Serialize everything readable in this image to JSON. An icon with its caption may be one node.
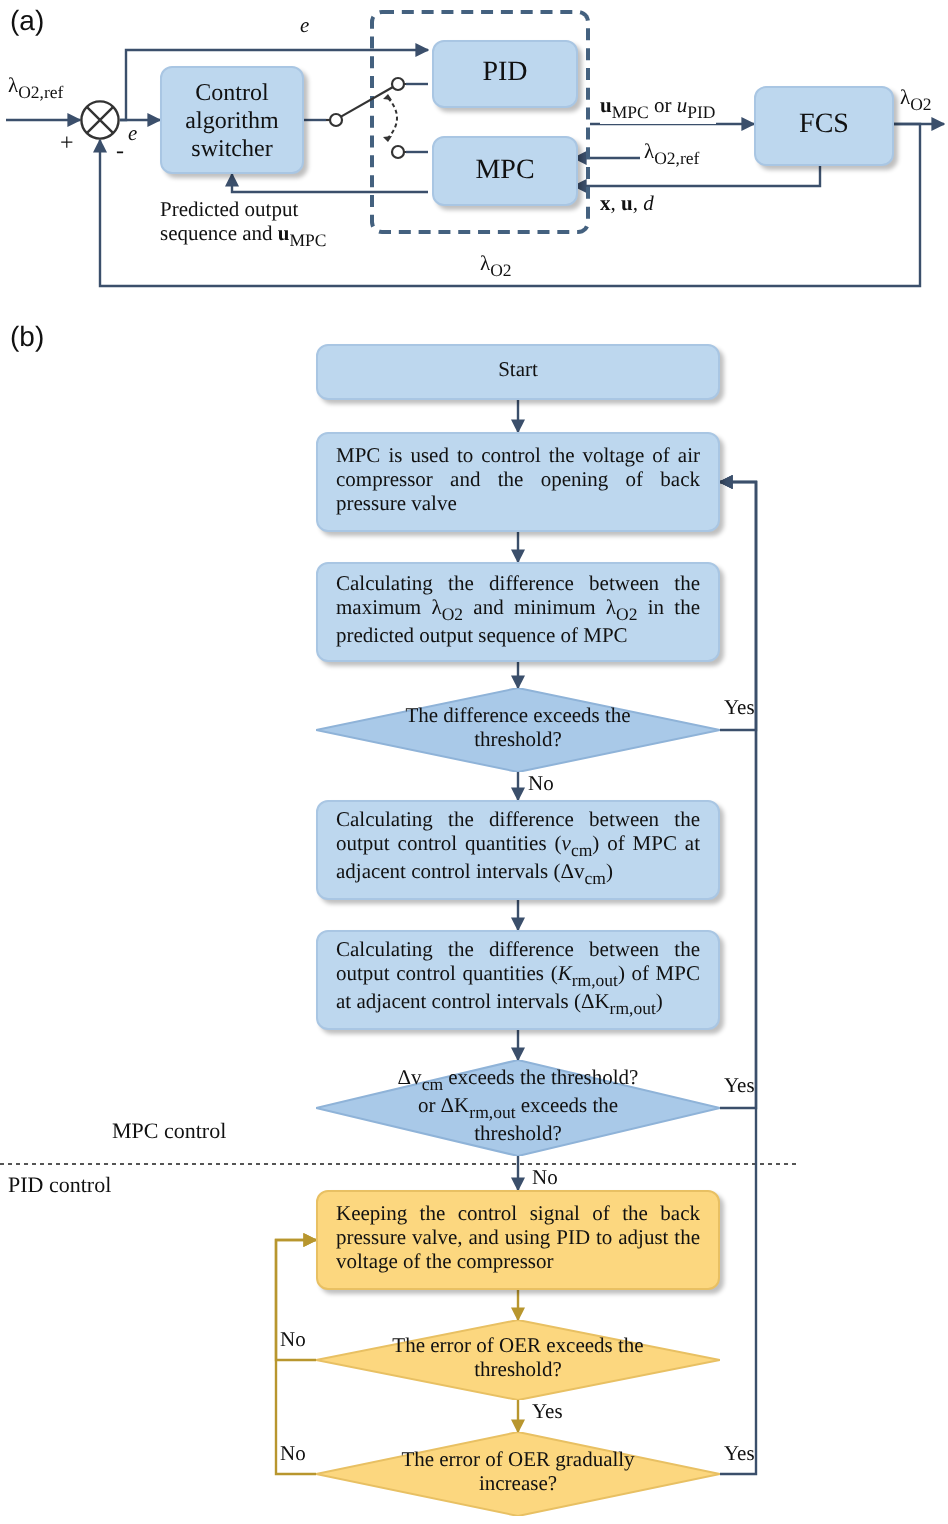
{
  "diagram": {
    "nodes": [
      {
        "text": [],
        "shape": "circle"
      },
      {
        "text": [
          "Control algorithm switcher"
        ]
      },
      {
        "text": [],
        "shape": "box"
      },
      {
        "text": [
          "PID"
        ],
        "in": 2
      },
      {
        "text": [
          "MPC"
        ],
        "in": 2
      },
      {
        "text": [
          "FCS"
        ]
      },
      {
        "text": [],
        "shape": "switch"
      },
      {
        "text": [
          "Start"
        ]
      },
      {
        "text": [
          "MPC is used to control the voltage of air compressor and the opening of back pressure valve"
        ]
      },
      {
        "text": [
          "Calculating the difference between the maximum λ$_{O2}$ and minimum λ$_{O2}$ in the predicted output sequence of MPC"
        ]
      },
      {
        "text": [
          "The difference exceeds the threshold?"
        ]
      },
      {
        "text": [
          "Calculating the difference between the output control quantities (*v*$_{cm}$) of MPC at adjacent control intervals (Δv$_{cm}$)"
        ]
      },
      {
        "text": [
          "Calculating the difference between the output control quantities (*K*$_{rm,out}$) of MPC at adjacent control intervals (ΔK$_{rm,out}$)"
        ]
      },
      {
        "text": [
          "Δv$_{cm}$ exceeds the threshold? or ΔK$_{rm,out}$ exceeds the threshold?"
        ]
      },
      {
        "text": [
          "Keeping the control signal of the back pressure valve, and using PID to adjust the voltage of the compressor"
        ]
      },
      {
        "text": [
          "The error of OER exceeds the threshold?"
        ]
      },
      {
        "text": [
          "The error of OER gradually increase?"
        ]
      }
    ],
    "edges": [
      {
        "from": null,
        "to": 0,
        "arrow": "to",
        "label": "λ$_{O2,ref}$"
      },
      {
        "from": 0,
        "to": 1,
        "arrow": "to",
        "label": "e"
      },
      {
        "from": 0,
        "to": 3,
        "arrow": "to",
        "label": "e"
      },
      {
        "from": 1,
        "to": 6,
        "arrow": "none"
      },
      {
        "from": 6,
        "to": 3,
        "arrow": "none"
      },
      {
        "from": 6,
        "to": 4,
        "arrow": "none"
      },
      {
        "from": 2,
        "to": 5,
        "arrow": "to",
        "label": "**u**$_{MPC}$ or *u*$_{PID}$"
      },
      {
        "from": null,
        "to": 4,
        "arrow": "to",
        "label": "λ$_{O2,ref}$"
      },
      {
        "from": 5,
        "to": 4,
        "arrow": "to",
        "label": "**x**, **u**, *d*"
      },
      {
        "from": 4,
        "to": 1,
        "arrow": "to",
        "label": "Predicted output sequence and **u**$_{MPC}$"
      },
      {
        "from": 5,
        "to": null,
        "arrow": "to",
        "label": "λ$_{O2}$"
      },
      {
        "from": 5,
        "to": 0,
        "arrow": "to",
        "label": "λ$_{O2}$"
      },
      {
        "from": 7,
        "to": 8,
        "arrow": "to"
      },
      {
        "from": 8,
        "to": 9,
        "arrow": "to"
      },
      {
        "from": 9,
        "to": 10,
        "arrow": "to"
      },
      {
        "from": 10,
        "to": 11,
        "arrow": "to",
        "label": "No"
      },
      {
        "from": 10,
        "to": 8,
        "arrow": "to",
        "label": "Yes"
      },
      {
        "from": 11,
        "to": 12,
        "arrow": "to"
      },
      {
        "from": 12,
        "to": 13,
        "arrow": "to"
      },
      {
        "from": 13,
        "to": 14,
        "arrow": "to",
        "label": "No"
      },
      {
        "from": 13,
        "to": 8,
        "arrow": "to",
        "label": "Yes"
      },
      {
        "from": 14,
        "to": 15,
        "arrow": "to",
        "color": "#b8962e"
      },
      {
        "from": 15,
        "to": 16,
        "arrow": "to",
        "label": "Yes",
        "color": "#b8962e"
      },
      {
        "from": 15,
        "to": 14,
        "arrow": "to",
        "label": "No",
        "color": "#b8962e"
      },
      {
        "from": 16,
        "to": 14,
        "arrow": "to",
        "label": "No",
        "color": "#b8962e"
      },
      {
        "from": 16,
        "to": 8,
        "arrow": "to",
        "label": "Yes"
      }
    ],
    "labels": [
      "(a)",
      "+",
      "-",
      "(b)",
      "MPC control",
      "PID control"
    ]
  }
}
